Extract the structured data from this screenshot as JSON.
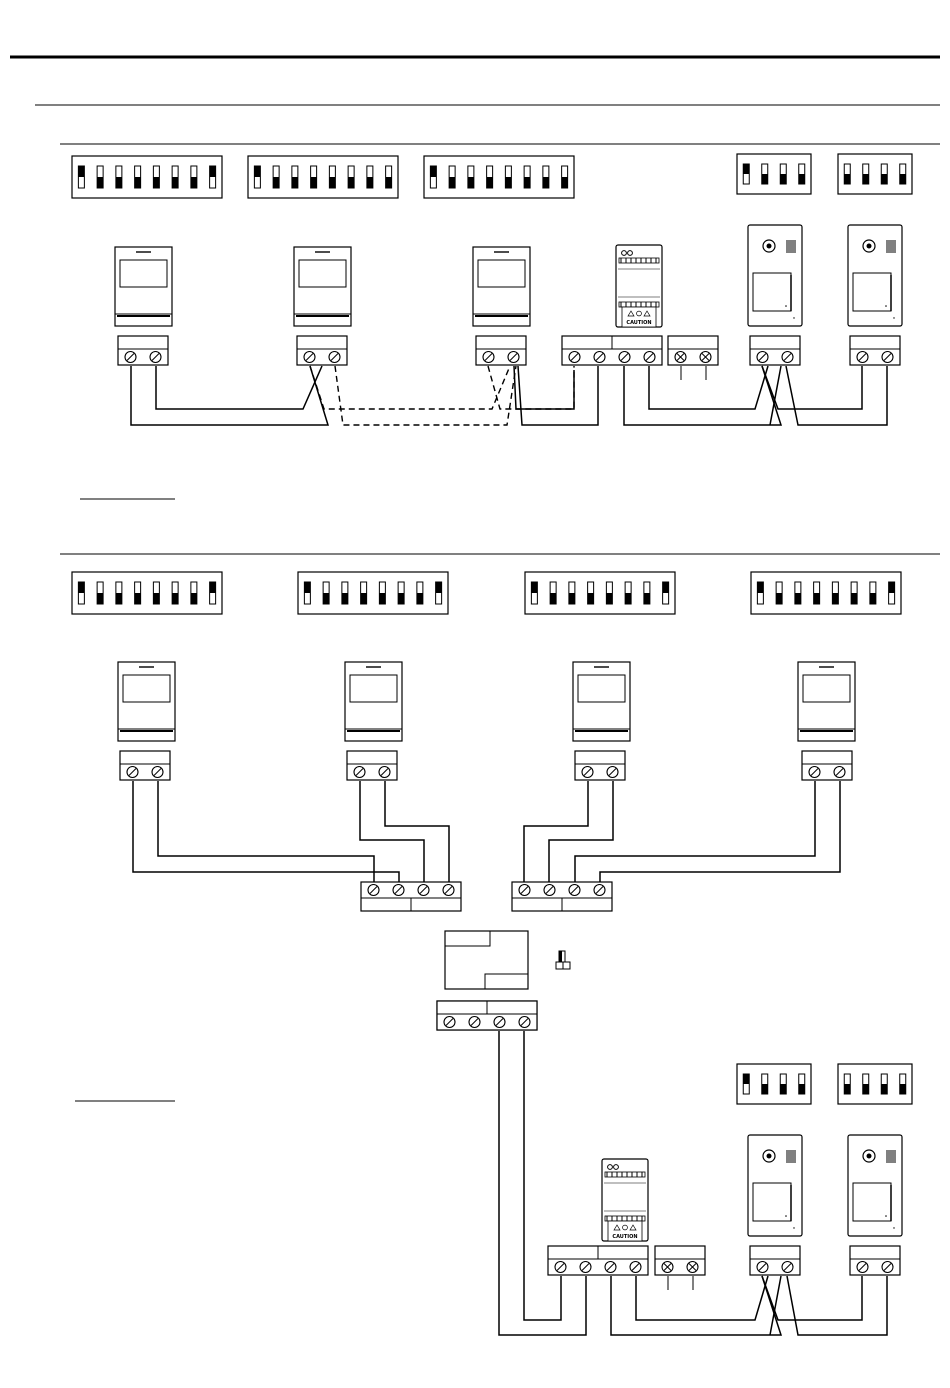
{
  "caution_label": "CAUTION",
  "section1": {
    "dip8": [
      [
        1,
        0,
        0,
        0,
        0,
        0,
        0,
        1
      ],
      [
        1,
        0,
        0,
        0,
        0,
        0,
        0,
        0
      ],
      [
        1,
        0,
        0,
        0,
        0,
        0,
        0,
        0
      ]
    ],
    "dip4": [
      [
        1,
        0,
        0,
        0
      ],
      [
        0,
        0,
        0,
        0
      ]
    ]
  },
  "section2": {
    "dip8": [
      [
        1,
        0,
        0,
        0,
        0,
        0,
        0,
        1
      ],
      [
        1,
        0,
        0,
        0,
        0,
        0,
        0,
        1
      ],
      [
        1,
        0,
        0,
        0,
        0,
        0,
        0,
        1
      ],
      [
        1,
        0,
        0,
        0,
        0,
        0,
        0,
        1
      ]
    ],
    "dip4": [
      [
        1,
        0,
        0,
        0
      ],
      [
        0,
        0,
        0,
        0
      ]
    ]
  },
  "icons": [
    "screw-terminal-icon",
    "lock-output-icon",
    "jumper-icon",
    "warning-icon"
  ]
}
